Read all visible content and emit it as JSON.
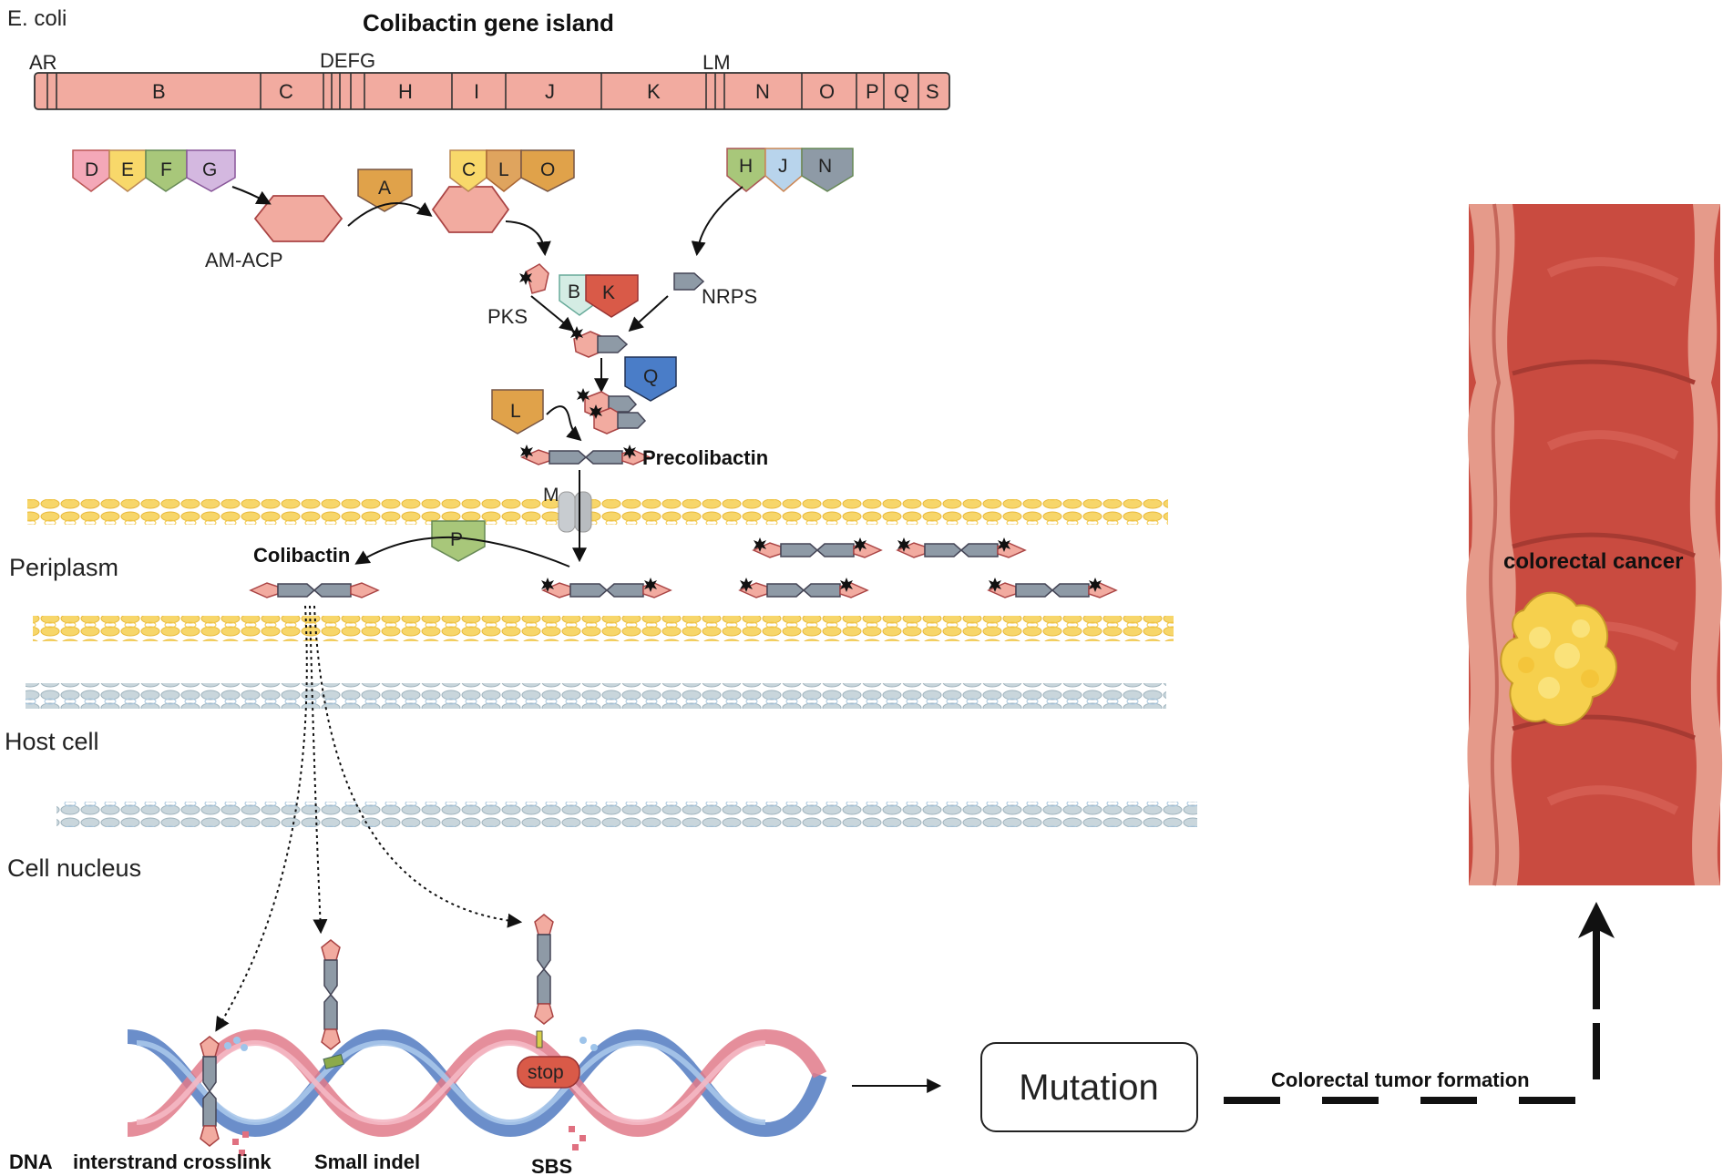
{
  "organism_label": "E. coli",
  "island_title": "Colibactin gene island",
  "gene_labels": {
    "ar": "AR",
    "b": "B",
    "c": "C",
    "defg": "DEFG",
    "h": "H",
    "i": "I",
    "j": "J",
    "k": "K",
    "lm": "LM",
    "n": "N",
    "o": "O",
    "p": "P",
    "q": "Q",
    "s": "S"
  },
  "proteins": {
    "d": "D",
    "e": "E",
    "f": "F",
    "g": "G",
    "a": "A",
    "c": "C",
    "l": "L",
    "o": "O",
    "h": "H",
    "j": "J",
    "n": "N",
    "b": "B",
    "k": "K",
    "q": "Q",
    "l2": "L",
    "m": "M",
    "p": "P"
  },
  "labels": {
    "am_acp": "AM-ACP",
    "pks": "PKS",
    "nrps": "NRPS",
    "precolibactin": "Precolibactin",
    "colibactin": "Colibactin",
    "periplasm": "Periplasm",
    "host_cell": "Host cell",
    "cell_nucleus": "Cell nucleus",
    "stop": "stop",
    "dna": "DNA",
    "interstrand": "interstrand crosslink",
    "small_indel": "Small indel",
    "sbs": "SBS",
    "mutation": "Mutation",
    "tumor_formation": "Colorectal tumor formation",
    "colorectal_cancer": "colorectal cancer"
  },
  "colors": {
    "gene_fill": "#f2aba0",
    "membrane": "#f7d66a",
    "host_membrane": "#b9cdd6",
    "colon": "#c4473d",
    "tumor": "#f6d04d"
  }
}
